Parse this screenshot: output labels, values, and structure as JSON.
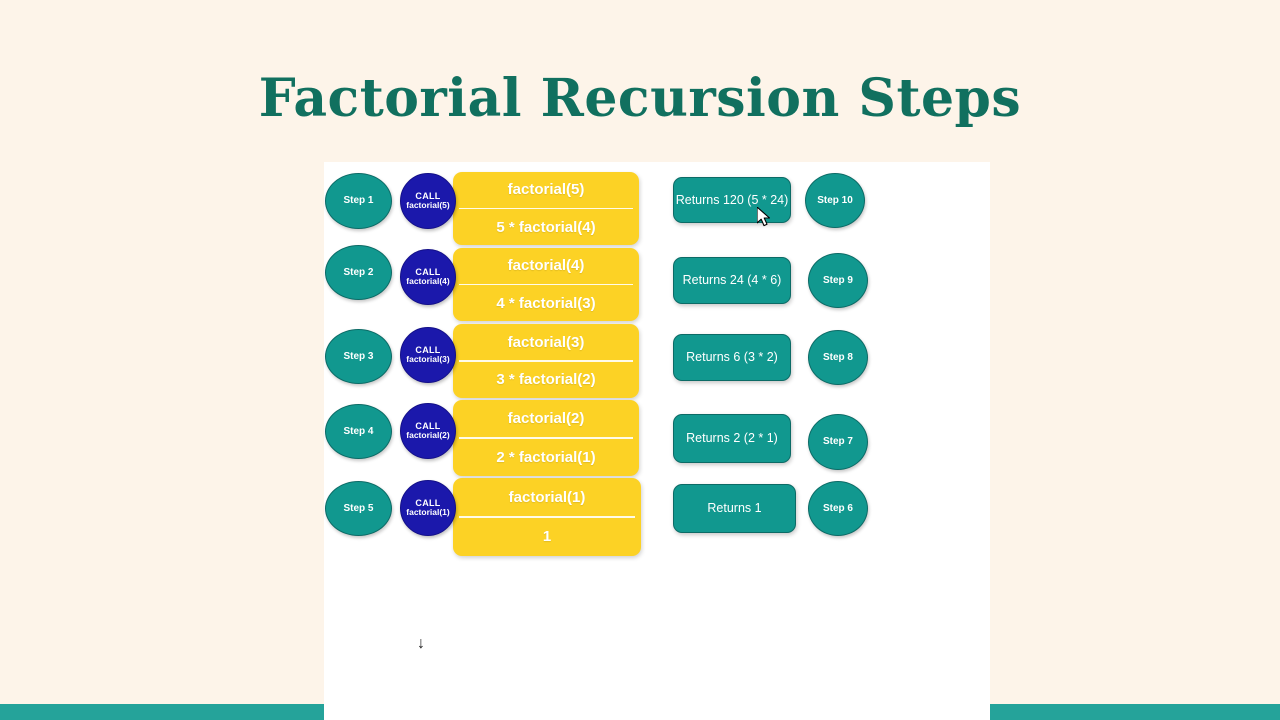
{
  "slide": {
    "title": "Factorial Recursion Steps",
    "title_color": "#11705f",
    "background_color": "#fdf4e9",
    "panel_color": "#ffffff",
    "accent_bar_color": "#25a39a"
  },
  "palette": {
    "teal": "#11988f",
    "teal_border": "#0c6b66",
    "navy": "#1b18ab",
    "yellow": "#fcd225",
    "white": "#ffffff"
  },
  "call_stack": {
    "rows": [
      {
        "step_label": "Step 1",
        "call_keyword": "CALL",
        "call_function": "factorial(5)",
        "frame_top": "factorial(5)",
        "frame_bottom": "5 * factorial(4)"
      },
      {
        "step_label": "Step 2",
        "call_keyword": "CALL",
        "call_function": "factorial(4)",
        "frame_top": "factorial(4)",
        "frame_bottom": "4 * factorial(3)"
      },
      {
        "step_label": "Step 3",
        "call_keyword": "CALL",
        "call_function": "factorial(3)",
        "frame_top": "factorial(3)",
        "frame_bottom": "3 * factorial(2)"
      },
      {
        "step_label": "Step 4",
        "call_keyword": "CALL",
        "call_function": "factorial(2)",
        "frame_top": "factorial(2)",
        "frame_bottom": "2 * factorial(1)"
      },
      {
        "step_label": "Step 5",
        "call_keyword": "CALL",
        "call_function": "factorial(1)",
        "frame_top": "factorial(1)",
        "frame_bottom": "1"
      }
    ]
  },
  "return_stack": {
    "rows": [
      {
        "return_label": "Returns 120 (5 * 24)",
        "step_label": "Step 10"
      },
      {
        "return_label": "Returns 24 (4 * 6)",
        "step_label": "Step 9"
      },
      {
        "return_label": "Returns 6 (3 * 2)",
        "step_label": "Step 8"
      },
      {
        "return_label": "Returns 2 (2 * 1)",
        "step_label": "Step 7"
      },
      {
        "return_label": "Returns 1",
        "step_label": "Step 6"
      }
    ]
  },
  "annotations": {
    "drop_arrow_glyph": "↓"
  }
}
